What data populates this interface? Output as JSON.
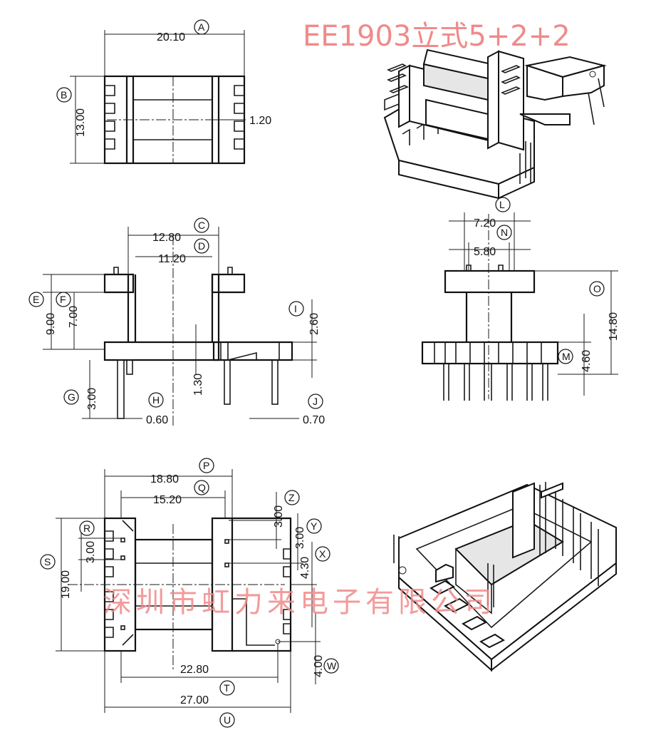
{
  "title": "EE1903立式5+2+2",
  "watermark": "深圳市虹力来电子有限公司",
  "dimensions": {
    "A": {
      "letter": "A",
      "value": "20.10"
    },
    "B": {
      "letter": "B",
      "value": "13.00"
    },
    "B2": {
      "value": "1.20"
    },
    "C": {
      "letter": "C",
      "value": "12.80"
    },
    "D": {
      "letter": "D",
      "value": "11.20"
    },
    "E": {
      "letter": "E",
      "value": "9.00"
    },
    "F": {
      "letter": "F",
      "value": "7.00"
    },
    "G": {
      "letter": "G",
      "value": "3.00"
    },
    "H": {
      "letter": "H",
      "value": "0.60"
    },
    "H2": {
      "value": "1.30"
    },
    "I": {
      "letter": "I",
      "value": "2.60"
    },
    "J": {
      "letter": "J",
      "value": "0.70"
    },
    "L": {
      "letter": "L",
      "value": "7.20"
    },
    "N": {
      "letter": "N",
      "value": "5.80"
    },
    "O": {
      "letter": "O",
      "value": "14.80"
    },
    "M": {
      "letter": "M",
      "value": "4.60"
    },
    "P": {
      "letter": "P",
      "value": "18.80"
    },
    "Q": {
      "letter": "Q",
      "value": "15.20"
    },
    "R": {
      "letter": "R",
      "value": "3.00"
    },
    "S": {
      "letter": "S",
      "value": "19.00"
    },
    "Z": {
      "letter": "Z",
      "value": "3.00"
    },
    "Y": {
      "letter": "Y",
      "value": "3.00"
    },
    "X": {
      "letter": "X",
      "value": "4.30"
    },
    "W": {
      "letter": "W",
      "value": "4.00"
    },
    "T": {
      "letter": "T",
      "value": "22.80"
    },
    "U": {
      "letter": "U",
      "value": "27.00"
    }
  }
}
